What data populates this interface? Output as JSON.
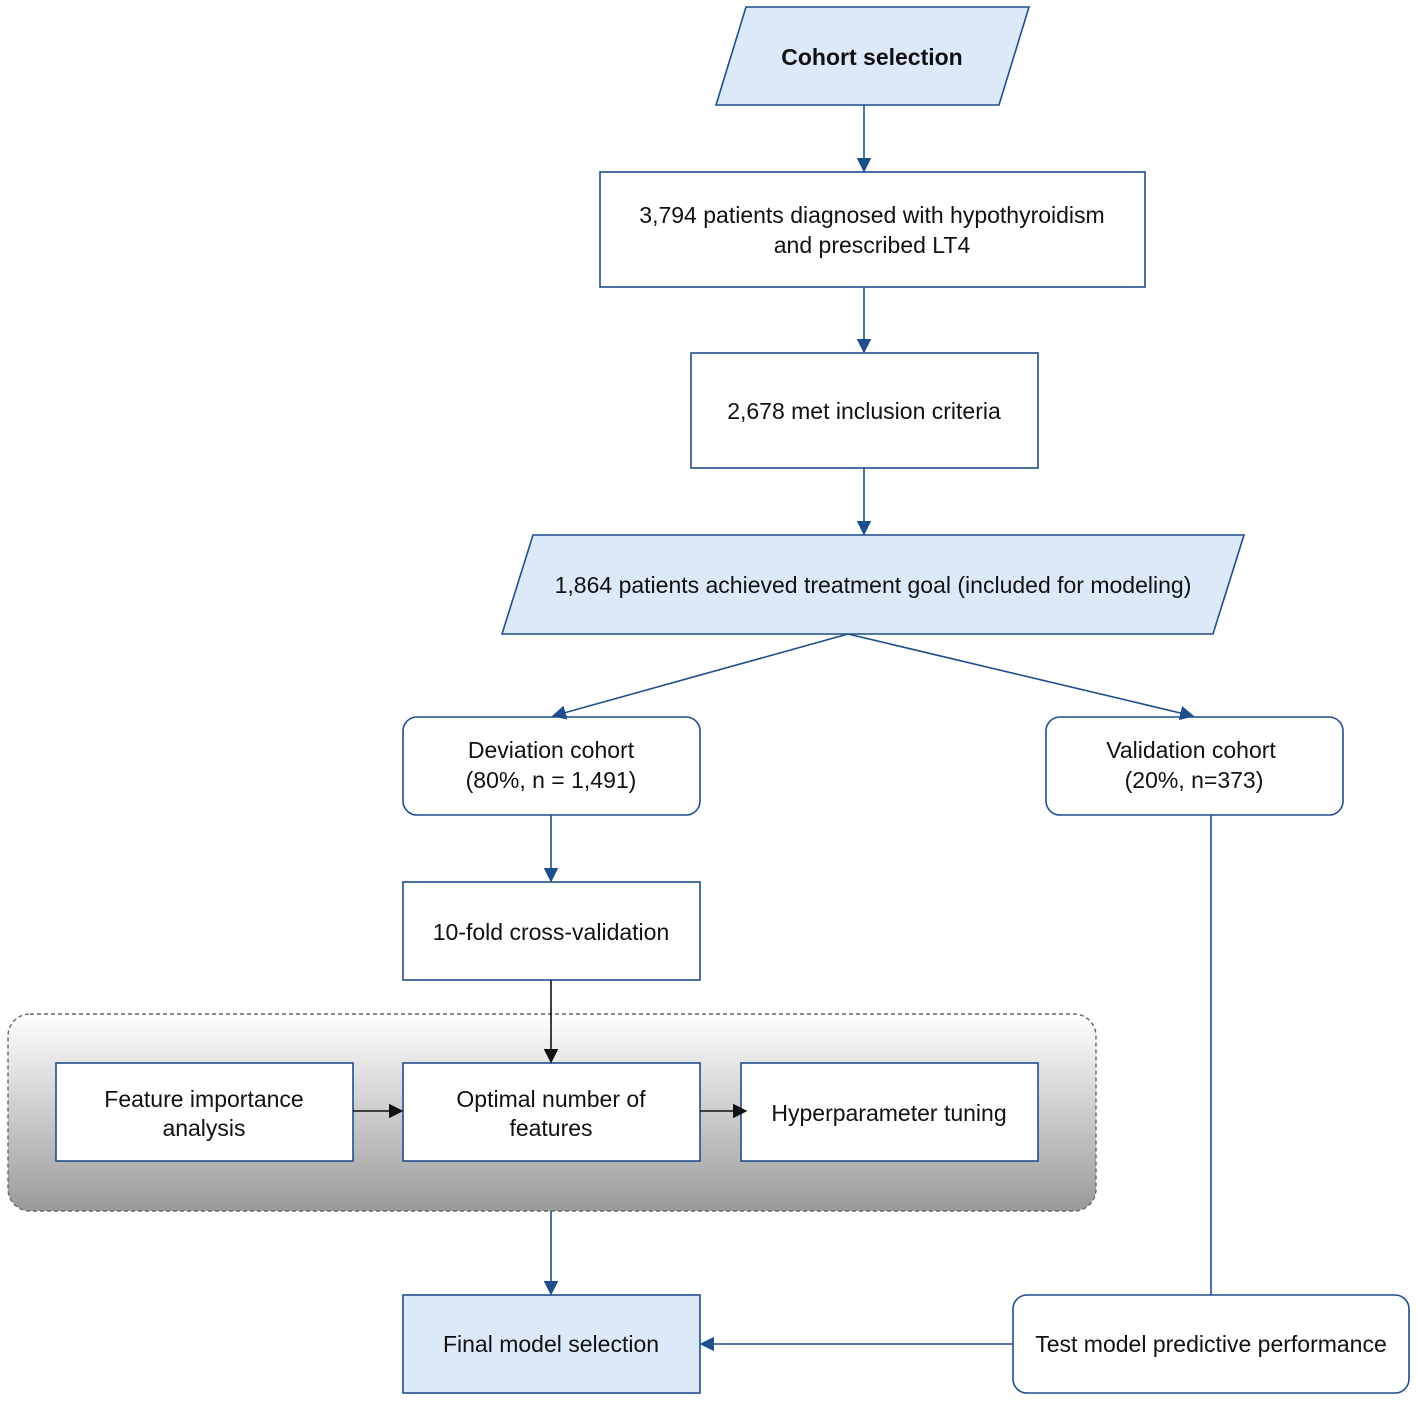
{
  "nodes": {
    "cohort_selection": "Cohort selection",
    "diagnosed_line1": "3,794 patients diagnosed with hypothyroidism",
    "diagnosed_line2": "and prescribed LT4",
    "inclusion": "2,678 met inclusion criteria",
    "treatment_goal": "1,864 patients achieved treatment goal (included for modeling)",
    "deviation_line1": "Deviation cohort",
    "deviation_line2": "(80%, n = 1,491)",
    "validation_line1": "Validation cohort",
    "validation_line2": "(20%, n=373)",
    "cross_validation": "10-fold cross-validation",
    "feature_importance_line1": "Feature importance",
    "feature_importance_line2": "analysis",
    "optimal_features_line1": "Optimal number of",
    "optimal_features_line2": "features",
    "hyperparameter": "Hyperparameter tuning",
    "final_model": "Final model selection",
    "test_model": "Test model predictive performance"
  },
  "colors": {
    "box_stroke": "#1f4e8c",
    "highlight_fill": "#dce9f8",
    "panel_gradient_top": "#ffffff",
    "panel_gradient_bottom": "#9a9a9a"
  }
}
